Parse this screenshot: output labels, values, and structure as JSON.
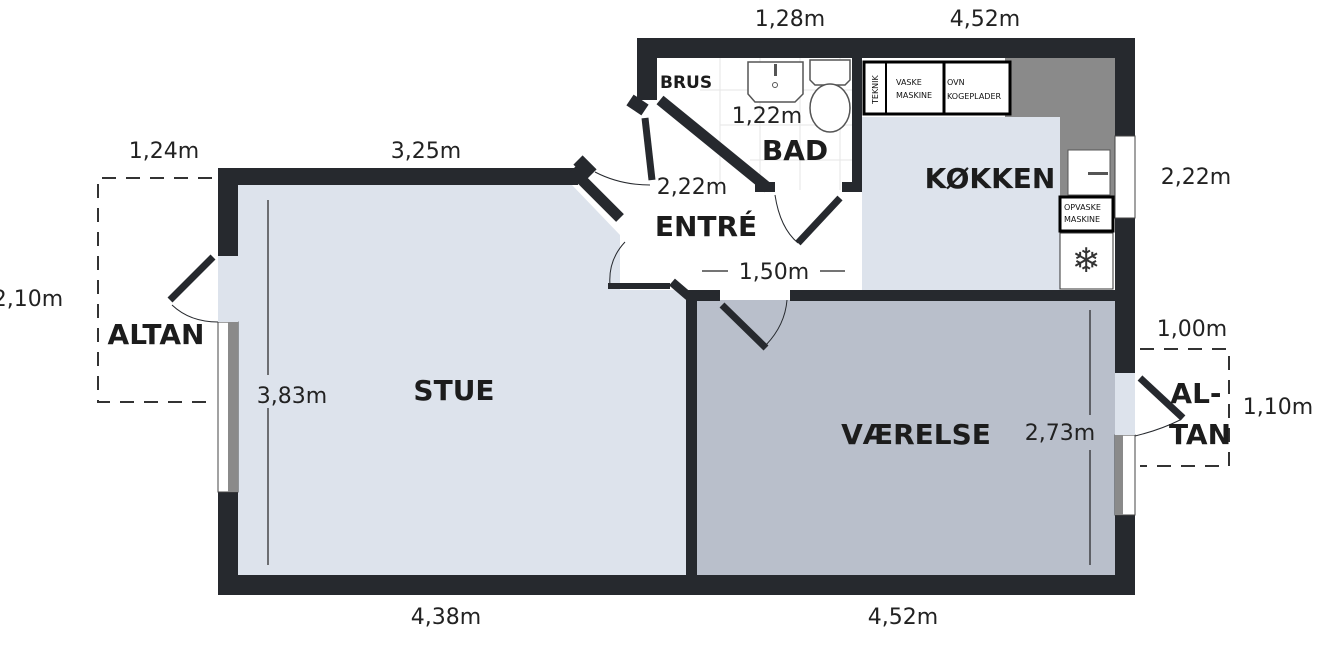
{
  "rooms": {
    "stue": "STUE",
    "vaerelse": "VÆRELSE",
    "koekken": "KØKKEN",
    "entre": "ENTRÉ",
    "bad": "BAD",
    "brus": "BRUS",
    "altan_left": "ALTAN",
    "altan_right_1": "AL-",
    "altan_right_2": "TAN"
  },
  "appliances": {
    "teknik": "TEKNIK",
    "vaskemaskine_1": "VASKE",
    "vaskemaskine_2": "MASKINE",
    "ovn_1": "OVN",
    "ovn_2": "KOGEPLADER",
    "opvask_1": "OPVASKE",
    "opvask_2": "MASKINE",
    "freezer_icon": "snowflake-icon"
  },
  "dimensions": {
    "top_bad": "1,28m",
    "top_koekken": "4,52m",
    "altan_left_width": "1,24m",
    "stue_top": "3,25m",
    "altan_left_height": "2,10m",
    "stue_height": "3,83m",
    "stue_bottom": "4,38m",
    "vaerelse_bottom": "4,52m",
    "bad_width": "1,22m",
    "entre_height": "2,22m",
    "entre_width": "1,50m",
    "koekken_right": "2,22m",
    "altan_right_width": "1,00m",
    "altan_right_height": "1,10m",
    "vaerelse_height": "2,73m"
  },
  "colors": {
    "wall": "#26292e",
    "light_room": "#dde3ec",
    "vaerelse": "#b9bfcb",
    "kitchen_counter": "#8a8a8a"
  }
}
